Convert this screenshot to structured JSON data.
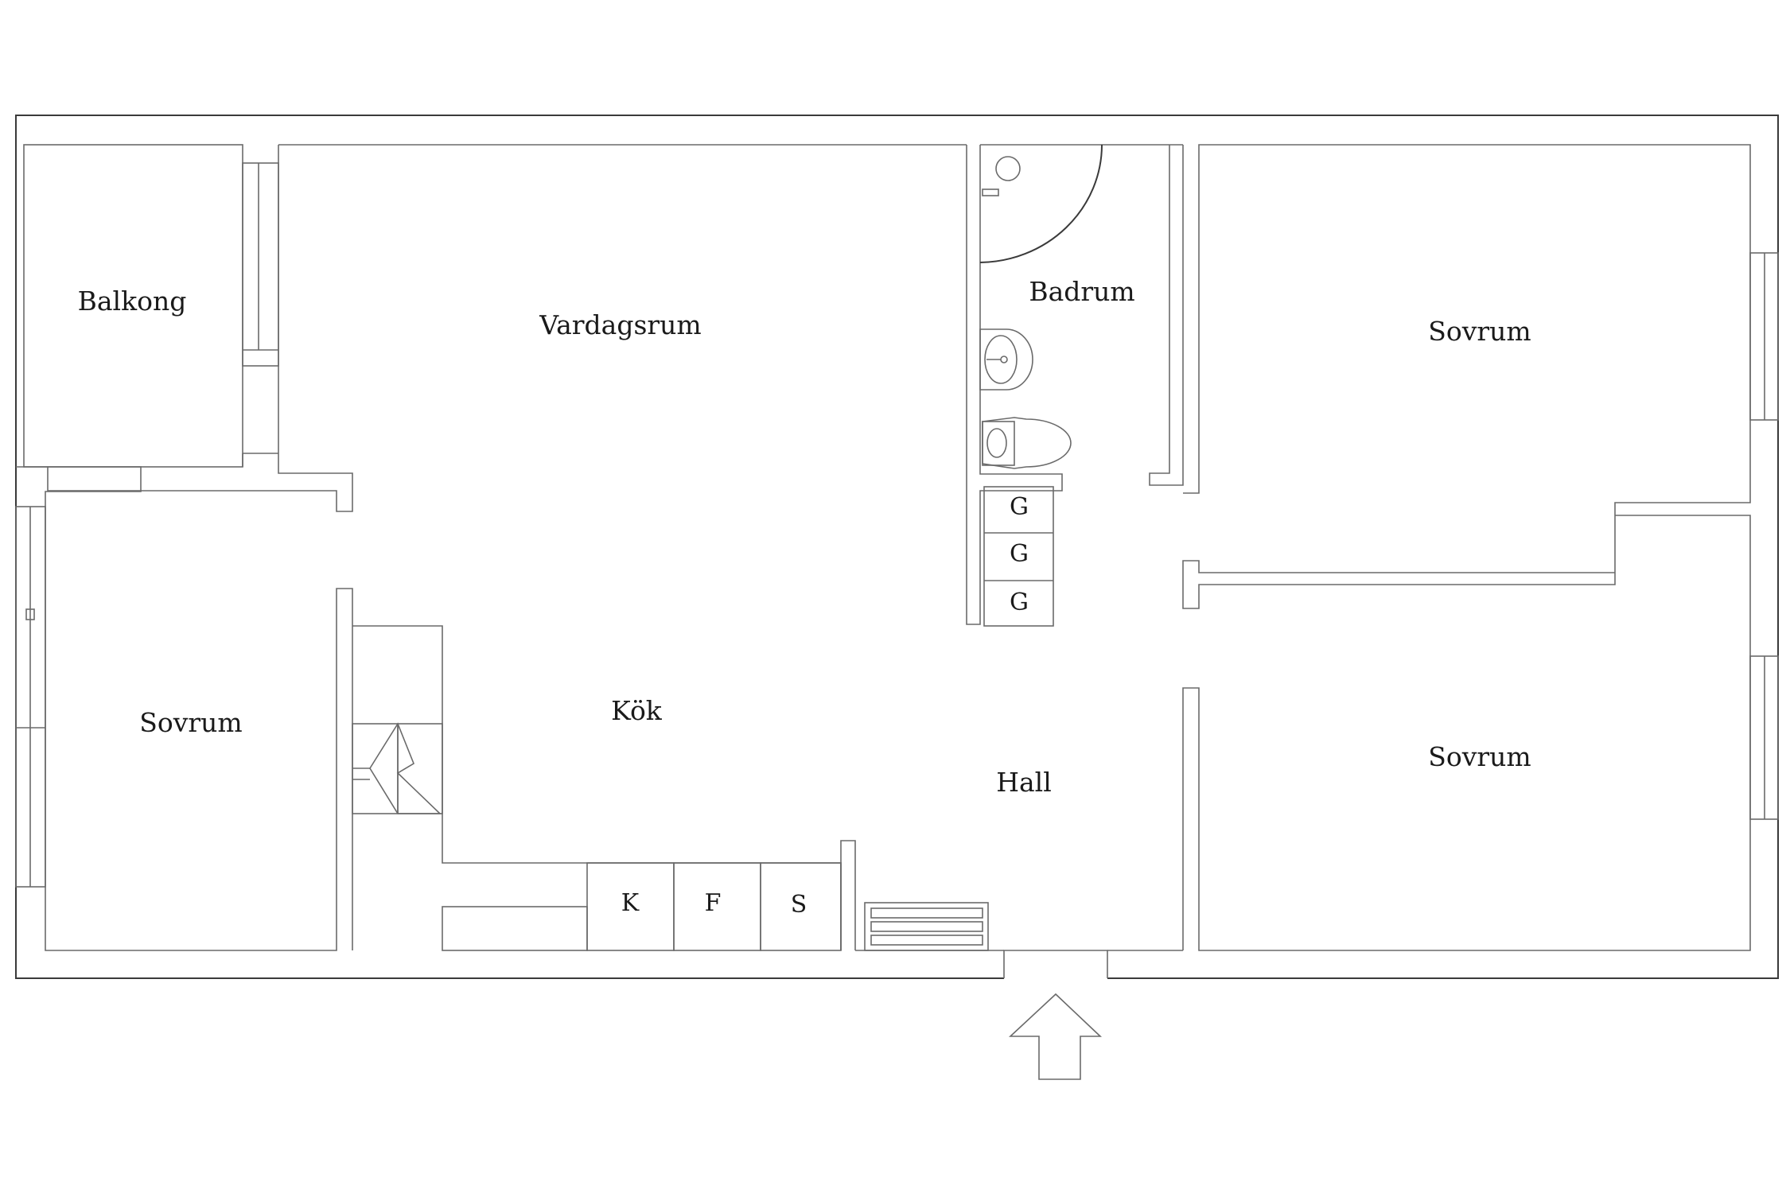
{
  "rooms": {
    "balkong": "Balkong",
    "vardagsrum": "Vardagsrum",
    "badrum": "Badrum",
    "sovrum_top_right": "Sovrum",
    "sovrum_left": "Sovrum",
    "kok": "Kök",
    "hall": "Hall",
    "sovrum_bottom_right": "Sovrum"
  },
  "closets": [
    "G",
    "G",
    "G"
  ],
  "appliances": [
    "K",
    "F",
    "S"
  ],
  "entrance": {
    "icon": "entrance-arrow-icon"
  },
  "colors": {
    "line": "#3a3a3a",
    "background": "#ffffff"
  }
}
